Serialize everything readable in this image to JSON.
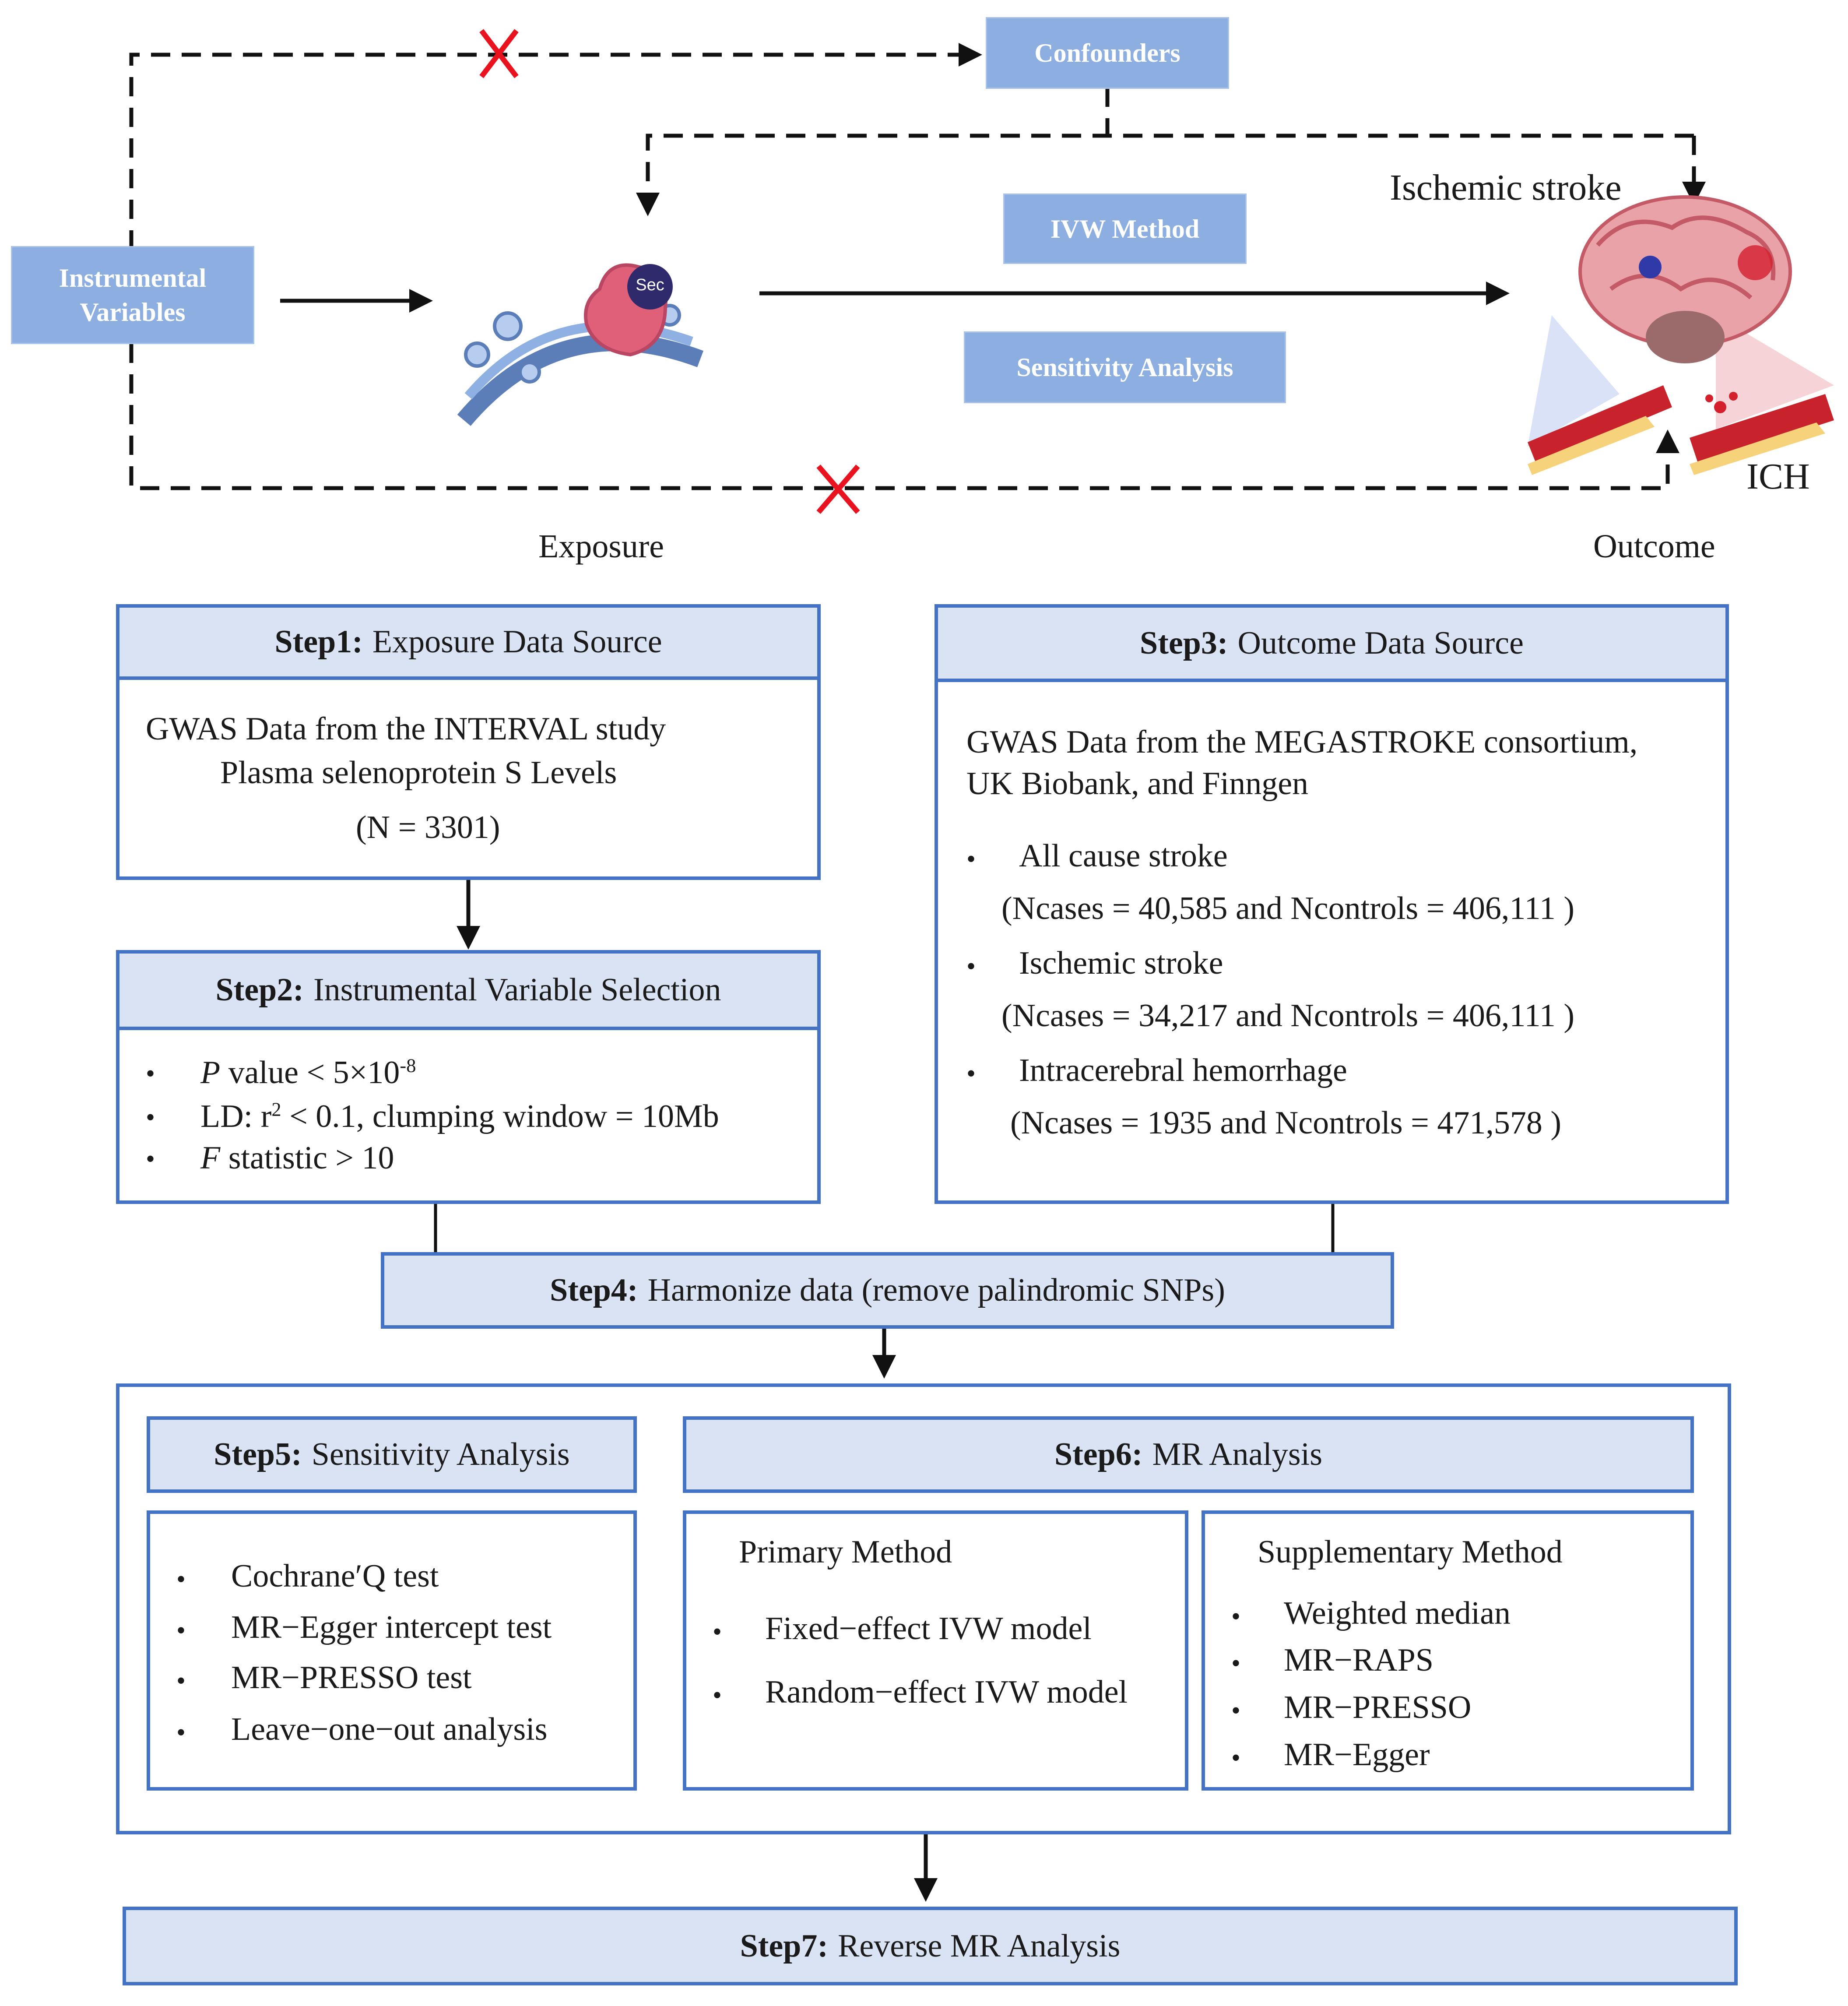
{
  "banner": {
    "confounders": "Confounders",
    "instrumental_variables": [
      "Instrumental",
      "Variables"
    ],
    "ivw_method": "IVW Method",
    "sensitivity_analysis": "Sensitivity Analysis"
  },
  "icons": {
    "sec_badge": "Sec",
    "exposure_icon": "selenoprotein-er-icon",
    "outcome_icon": "brain-stroke-icon"
  },
  "labels": {
    "ischemic_stroke": "Ischemic stroke",
    "ich": "ICH",
    "exposure": "Exposure",
    "outcome": "Outcome"
  },
  "step1": {
    "num": "Step1:",
    "title": "Exposure Data Source",
    "lines": [
      "GWAS Data from the INTERVAL study",
      "Plasma selenoprotein S Levels",
      "(N = 3301)"
    ]
  },
  "step2": {
    "num": "Step2:",
    "title": "Instrumental Variable Selection",
    "b1_italic": "P",
    "b1_text": " value < 5×10",
    "b1_sup": "-8",
    "b2_pre": "LD: r",
    "b2_sup": "2",
    "b2_post": " < 0.1, clumping window = 10Mb",
    "b3_italic": "F",
    "b3_text": " statistic > 10"
  },
  "step3": {
    "num": "Step3:",
    "title": "Outcome Data Source",
    "intro": [
      "GWAS Data from the MEGASTROKE consortium,",
      "UK Biobank, and Finngen"
    ],
    "items": [
      {
        "name": "All cause stroke",
        "detail": "(Ncases = 40,585 and Ncontrols = 406,111 )"
      },
      {
        "name": "Ischemic stroke",
        "detail": "(Ncases = 34,217 and Ncontrols = 406,111 )"
      },
      {
        "name": "Intracerebral hemorrhage",
        "detail": "(Ncases =  1935  and Ncontrols = 471,578 )"
      }
    ]
  },
  "step4": {
    "num": "Step4:",
    "title": "Harmonize data (remove palindromic SNPs)"
  },
  "step5": {
    "num": "Step5:",
    "title": "Sensitivity Analysis",
    "items": [
      "Cochrane′Q test",
      "MR−Egger intercept test",
      "MR−PRESSO test",
      "Leave−one−out analysis"
    ]
  },
  "step6": {
    "num": "Step6:",
    "title": "MR Analysis",
    "primary": {
      "title": "Primary Method",
      "items": [
        "Fixed−effect IVW model",
        "Random−effect IVW model"
      ]
    },
    "supplementary": {
      "title": "Supplementary Method",
      "items": [
        "Weighted median",
        "MR−RAPS",
        "MR−PRESSO",
        "MR−Egger"
      ]
    }
  },
  "step7": {
    "num": "Step7:",
    "title": "Reverse MR Analysis"
  },
  "bullet": "•",
  "colors": {
    "border": "#4472c4",
    "header_fill": "#dae3f3",
    "banner": "#8caee0",
    "cross": "#e8131f"
  }
}
